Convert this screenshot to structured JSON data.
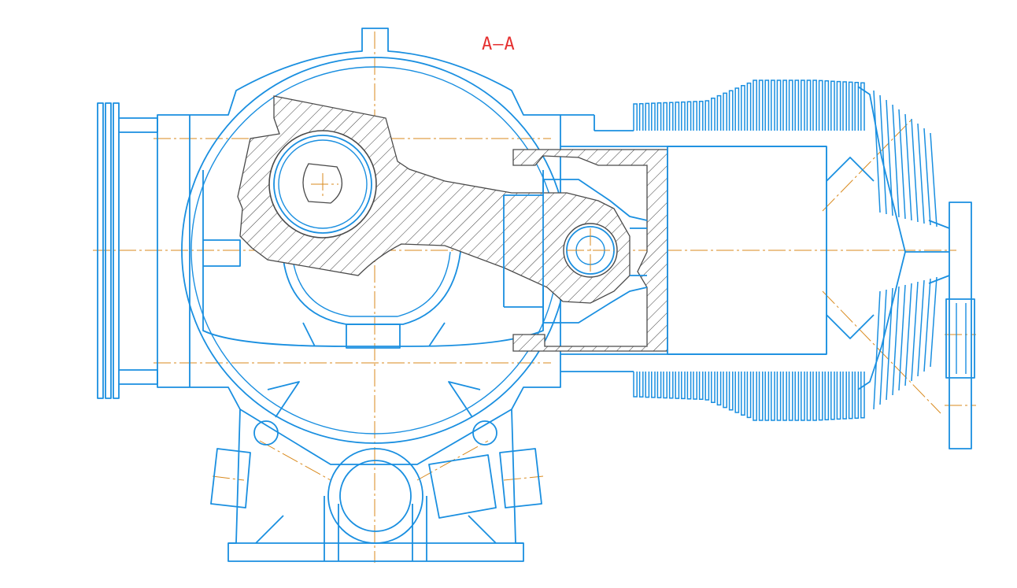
{
  "section_label": "A–A",
  "colors": {
    "outline": "#1a8fe0",
    "centerline": "#d98a1e",
    "hatch": "#3a3a3a",
    "label": "#e53030"
  },
  "parts": [
    "crankcase",
    "crankshaft-journal",
    "connecting-rod",
    "piston",
    "wrist-pin",
    "cylinder",
    "cooling-fins",
    "cylinder-head",
    "end-cover",
    "mounting-base"
  ]
}
